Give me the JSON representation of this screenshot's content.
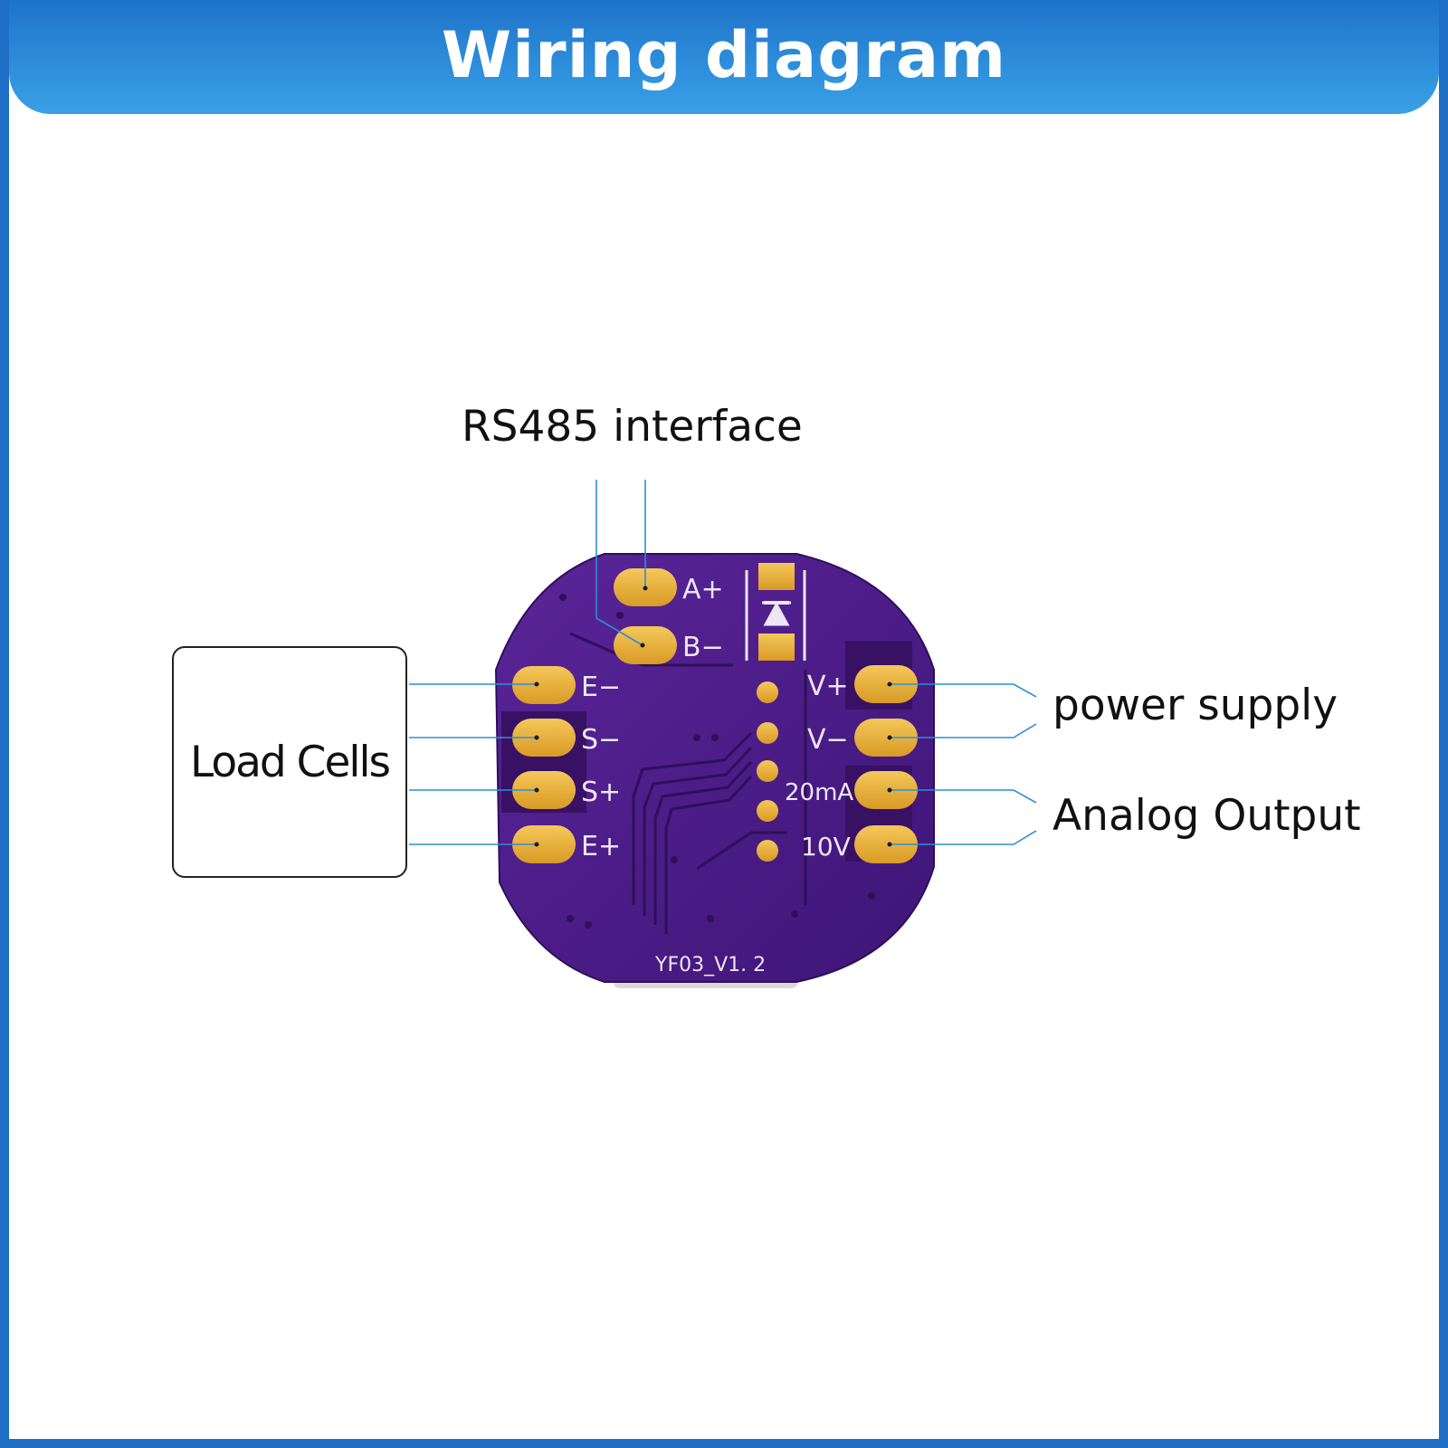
{
  "header": {
    "title": "Wiring diagram"
  },
  "labels": {
    "rs485": "RS485 interface",
    "power_supply": "power supply",
    "analog_output": "Analog Output",
    "load_cells": "Load Cells"
  },
  "board": {
    "version": "YF03_V1. 2",
    "pads": {
      "a_plus": "A+",
      "b_minus": "B−",
      "e_minus": "E−",
      "s_minus": "S−",
      "s_plus": "S+",
      "e_plus": "E+",
      "v_plus": "V+",
      "v_minus": "V−",
      "ma20": "20mA",
      "v10": "10V"
    }
  },
  "colors": {
    "banner": "#2b86d6",
    "frame": "#1f6fc7",
    "pcb": "#4a1c8a",
    "pad": "#e9b23a",
    "leader_line": "#2a8fd8"
  }
}
